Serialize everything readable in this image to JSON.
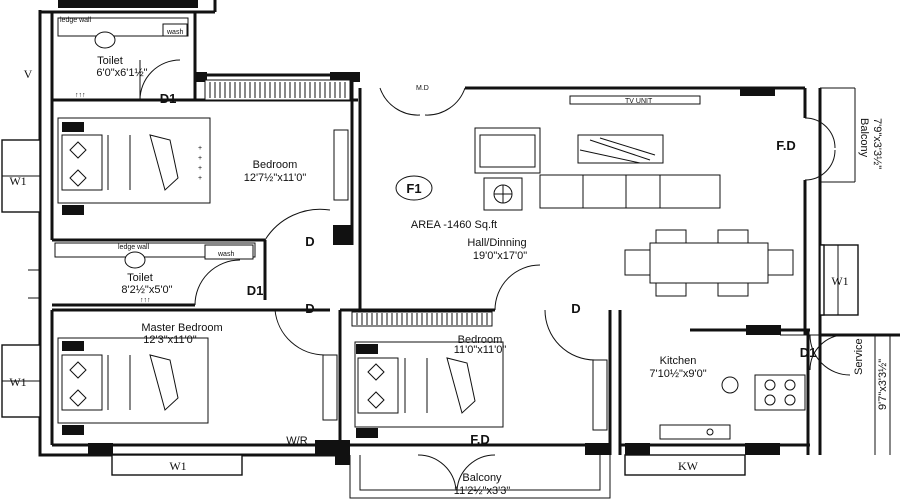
{
  "rooms": {
    "toilet_top": {
      "name": "Toilet",
      "size": "6'0\"x6'1½\"",
      "wash": "wash",
      "ledge": "ledge wall"
    },
    "bedroom_top": {
      "name": "Bedroom",
      "size": "12'7½\"x11'0\""
    },
    "toilet_mid": {
      "name": "Toilet",
      "size": "8'2½\"x5'0\"",
      "wash": "wash",
      "ledge": "ledge wall"
    },
    "master_bedroom": {
      "name": "Master Bedroom",
      "size": "12'3\"x11'0\""
    },
    "bedroom_mid": {
      "name": "Bedroom",
      "size": "11'0\"x11'0\""
    },
    "hall": {
      "name": "Hall/Dinning",
      "size": "19'0\"x17'0\""
    },
    "kitchen": {
      "name": "Kitchen",
      "size": "7'10½\"x9'0\""
    },
    "balcony_bottom": {
      "name": "Balcony",
      "size": "11'2½\"x3'3\""
    },
    "balcony_right": {
      "name": "Balcony",
      "size": "7'9\"x3'3½\""
    },
    "service": {
      "name": "Service",
      "size": "9'7\"x3'3½\""
    }
  },
  "flat": {
    "code": "F1",
    "area": "AREA -1460 Sq.ft"
  },
  "doors": {
    "d1": "D1",
    "d": "D",
    "fd": "F.D",
    "md": "M.D"
  },
  "windows": {
    "w1": "W1",
    "v": "V",
    "wr": "W/R",
    "kw": "KW"
  },
  "fixtures": {
    "tv": "TV UNIT",
    "cot": "COT"
  }
}
